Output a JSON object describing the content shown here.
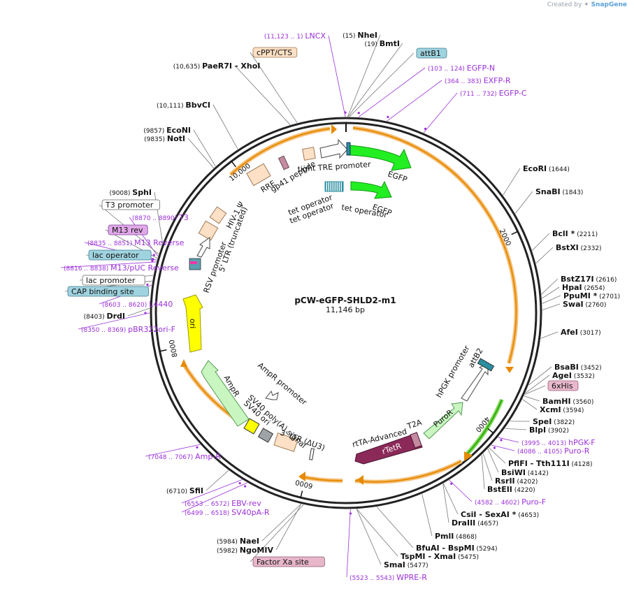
{
  "credit": {
    "prefix": "Created by",
    "brand": "SnapGene"
  },
  "plasmid": {
    "name": "pCW-eGFP-SHLD2-m1",
    "size_label": "11,146 bp",
    "length": 11146
  },
  "colors": {
    "feature_fill": "#fde0c5",
    "feature_stroke": "#9c7a55",
    "egfp": "#22ee22",
    "orange": "#e68a00",
    "primer": "#9b30d9",
    "rtetr": "#8b2a59",
    "teal_label": "#9fd3df",
    "pink_label": "#e8b9cc",
    "orange_label": "#fde0c5",
    "mauve_label": "#e7b6c9",
    "puro": "#c8f5c0",
    "ori": "#ffff00",
    "ampr": "#c8f5c0"
  },
  "ticks": [
    {
      "pos": 2000,
      "label": "2000"
    },
    {
      "pos": 4000,
      "label": "4000"
    },
    {
      "pos": 6000,
      "label": "6000"
    },
    {
      "pos": 8000,
      "label": "8000"
    },
    {
      "pos": 10000,
      "label": "10,000"
    }
  ],
  "sites": [
    {
      "name": "NheI",
      "pos": "(15)",
      "bp": 15,
      "type": "enzyme"
    },
    {
      "name": "BmtI",
      "pos": "(19)",
      "bp": 19,
      "type": "enzyme"
    },
    {
      "name": "attB1",
      "bp": 30,
      "type": "box",
      "box": "teal"
    },
    {
      "name": "EGFP-N",
      "pos": "(103 .. 124)",
      "bp": 113,
      "type": "primer"
    },
    {
      "name": "EXFP-R",
      "pos": "(364 .. 383)",
      "bp": 373,
      "type": "primer"
    },
    {
      "name": "EGFP-C",
      "pos": "(711 .. 732)",
      "bp": 721,
      "type": "primer"
    },
    {
      "name": "EcoRI",
      "pos": "(1644)",
      "bp": 1644,
      "type": "enzyme"
    },
    {
      "name": "SnaBI",
      "pos": "(1843)",
      "bp": 1843,
      "type": "enzyme"
    },
    {
      "name": "BclI *",
      "pos": "(2211)",
      "bp": 2211,
      "type": "enzyme"
    },
    {
      "name": "BstXI",
      "pos": "(2332)",
      "bp": 2332,
      "type": "enzyme"
    },
    {
      "name": "BstZ17I",
      "pos": "(2616)",
      "bp": 2616,
      "type": "enzyme"
    },
    {
      "name": "HpaI",
      "pos": "(2654)",
      "bp": 2654,
      "type": "enzyme"
    },
    {
      "name": "PpuMI *",
      "pos": "(2701)",
      "bp": 2701,
      "type": "enzyme"
    },
    {
      "name": "SwaI",
      "pos": "(2760)",
      "bp": 2760,
      "type": "enzyme"
    },
    {
      "name": "AfeI",
      "pos": "(3017)",
      "bp": 3017,
      "type": "enzyme"
    },
    {
      "name": "BsaBI",
      "pos": "(3452)",
      "bp": 3452,
      "type": "enzyme"
    },
    {
      "name": "AgeI",
      "pos": "(3532)",
      "bp": 3532,
      "type": "enzyme"
    },
    {
      "name": "6xHis",
      "bp": 3545,
      "type": "box",
      "box": "pink"
    },
    {
      "name": "BamHI",
      "pos": "(3560)",
      "bp": 3560,
      "type": "enzyme"
    },
    {
      "name": "XcmI",
      "pos": "(3594)",
      "bp": 3594,
      "type": "enzyme"
    },
    {
      "name": "SpeI",
      "pos": "(3822)",
      "bp": 3822,
      "type": "enzyme"
    },
    {
      "name": "BlpI",
      "pos": "(3902)",
      "bp": 3902,
      "type": "enzyme"
    },
    {
      "name": "hPGK-F",
      "pos": "(3995 .. 4013)",
      "bp": 4004,
      "type": "primer"
    },
    {
      "name": "Puro-R",
      "pos": "(4086 .. 4105)",
      "bp": 4095,
      "type": "primer"
    },
    {
      "name": "PflFI",
      "bp": 4128,
      "type": "enzyme",
      "extra_name": "Tth111I",
      "pos": "(4128)"
    },
    {
      "name": "BsiWI",
      "pos": "(4142)",
      "bp": 4142,
      "type": "enzyme"
    },
    {
      "name": "RsrII",
      "pos": "(4202)",
      "bp": 4202,
      "type": "enzyme"
    },
    {
      "name": "BstEII",
      "pos": "(4220)",
      "bp": 4220,
      "type": "enzyme"
    },
    {
      "name": "Puro-F",
      "pos": "(4582 .. 4602)",
      "bp": 4592,
      "type": "primer"
    },
    {
      "name": "CsiI",
      "bp": 4653,
      "type": "enzyme",
      "extra_name": "SexAI *",
      "pos": "(4653)"
    },
    {
      "name": "DraIII",
      "pos": "(4657)",
      "bp": 4657,
      "type": "enzyme"
    },
    {
      "name": "PmlI",
      "pos": "(4868)",
      "bp": 4868,
      "type": "enzyme"
    },
    {
      "name": "BfuAI",
      "bp": 5294,
      "type": "enzyme",
      "extra_name": "BspMI",
      "pos": "(5294)"
    },
    {
      "name": "TspMI",
      "bp": 5475,
      "type": "enzyme",
      "extra_name": "XmaI",
      "pos": "(5475)"
    },
    {
      "name": "SmaI",
      "pos": "(5477)",
      "bp": 5477,
      "type": "enzyme"
    },
    {
      "name": "WPRE-R",
      "pos": "(5523 .. 5543)",
      "bp": 5533,
      "type": "primer"
    },
    {
      "name": "Factor Xa site",
      "bp": 5960,
      "type": "box",
      "box": "mauve"
    },
    {
      "name": "NaeI",
      "pos": "(5984)",
      "bp": 5984,
      "type": "enzyme"
    },
    {
      "name": "NgoMIV",
      "pos": "(5982)",
      "bp": 5982,
      "type": "enzyme"
    },
    {
      "name": "EBV-rev",
      "pos": "(6553 .. 6572)",
      "bp": 6562,
      "type": "primer"
    },
    {
      "name": "SV40pA-R",
      "pos": "(6499 .. 6518)",
      "bp": 6508,
      "type": "primer"
    },
    {
      "name": "SfiI",
      "pos": "(6710)",
      "bp": 6710,
      "type": "enzyme"
    },
    {
      "name": "Amp-R",
      "pos": "(7048 .. 7067)",
      "bp": 7057,
      "type": "primer"
    },
    {
      "name": "pBR322ori-F",
      "pos": "(8350 .. 8369)",
      "bp": 8360,
      "type": "primer"
    },
    {
      "name": "DrdI",
      "pos": "(8403)",
      "bp": 8403,
      "type": "enzyme"
    },
    {
      "name": "L4440",
      "pos": "(8603 .. 8620)",
      "bp": 8611,
      "type": "primer"
    },
    {
      "name": "CAP binding site",
      "bp": 8650,
      "type": "box",
      "box": "teal"
    },
    {
      "name": "lac promoter",
      "bp": 8700,
      "type": "box",
      "box": "white"
    },
    {
      "name": "M13/pUC Reverse",
      "pos": "(8816 .. 8838)",
      "bp": 8827,
      "type": "primer"
    },
    {
      "name": "lac operator",
      "bp": 8845,
      "type": "box",
      "box": "teal"
    },
    {
      "name": "M13 Reverse",
      "pos": "(8835 .. 8851)",
      "bp": 8843,
      "type": "primer"
    },
    {
      "name": "M13 rev",
      "bp": 8860,
      "type": "box",
      "box": "purple"
    },
    {
      "name": "T3",
      "pos": "(8870 .. 8890)",
      "bp": 8880,
      "type": "primer"
    },
    {
      "name": "T3 promoter",
      "bp": 8900,
      "type": "box",
      "box": "white"
    },
    {
      "name": "SphI",
      "pos": "(9008)",
      "bp": 9008,
      "type": "enzyme"
    },
    {
      "name": "NotI",
      "pos": "(9835)",
      "bp": 9835,
      "type": "enzyme"
    },
    {
      "name": "EcoNI",
      "pos": "(9857)",
      "bp": 9857,
      "type": "enzyme"
    },
    {
      "name": "BbvCI",
      "pos": "(10,111)",
      "bp": 10111,
      "type": "enzyme"
    },
    {
      "name": "PaeR7I",
      "bp": 10635,
      "type": "enzyme",
      "extra_name": "XhoI",
      "pos": "(10,635)"
    },
    {
      "name": "cPPT/CTS",
      "bp": 10700,
      "type": "box",
      "box": "orange"
    },
    {
      "name": "LNCX",
      "pos": "(11,123 .. 1)",
      "bp": 11140,
      "type": "primer"
    }
  ],
  "features": [
    {
      "name": "EGFP",
      "label": "EGFP"
    },
    {
      "name": "EGFP-2",
      "label": "EGFP"
    },
    {
      "name": "tight-TRE-promoter",
      "label": "tight TRE promoter"
    },
    {
      "name": "tet-operator-1",
      "label": "tet operator"
    },
    {
      "name": "tet-operator-2",
      "label": "tet operator"
    },
    {
      "name": "tet-operator-3",
      "label": "tet operator"
    },
    {
      "name": "gp41-peptide",
      "label": "gp41 peptide"
    },
    {
      "name": "RRE",
      "label": "RRE"
    },
    {
      "name": "HIV-1-psi",
      "label": "HIV-1 Ψ"
    },
    {
      "name": "LTR-truncated",
      "label": "5' LTR (truncated)"
    },
    {
      "name": "RSV-promoter",
      "label": "RSV promoter"
    },
    {
      "name": "ori",
      "label": "ori"
    },
    {
      "name": "AmpR",
      "label": "AmpR"
    },
    {
      "name": "AmpR-promoter",
      "label": "AmpR promoter"
    },
    {
      "name": "SV40-ori",
      "label": "SV40 ori"
    },
    {
      "name": "SV40-polyA",
      "label": "SV40 poly(A) signal"
    },
    {
      "name": "LTR-dU3",
      "label": "3' LTR (ΔU3)"
    },
    {
      "name": "rtTA-Advanced",
      "label": "rtTA-Advanced"
    },
    {
      "name": "rTetR",
      "label": "rTetR"
    },
    {
      "name": "T2A",
      "label": "T2A"
    },
    {
      "name": "PuroR",
      "label": "PuroR"
    },
    {
      "name": "hPGK-promoter",
      "label": "hPGK promoter"
    },
    {
      "name": "attB2",
      "label": "attB2"
    }
  ]
}
